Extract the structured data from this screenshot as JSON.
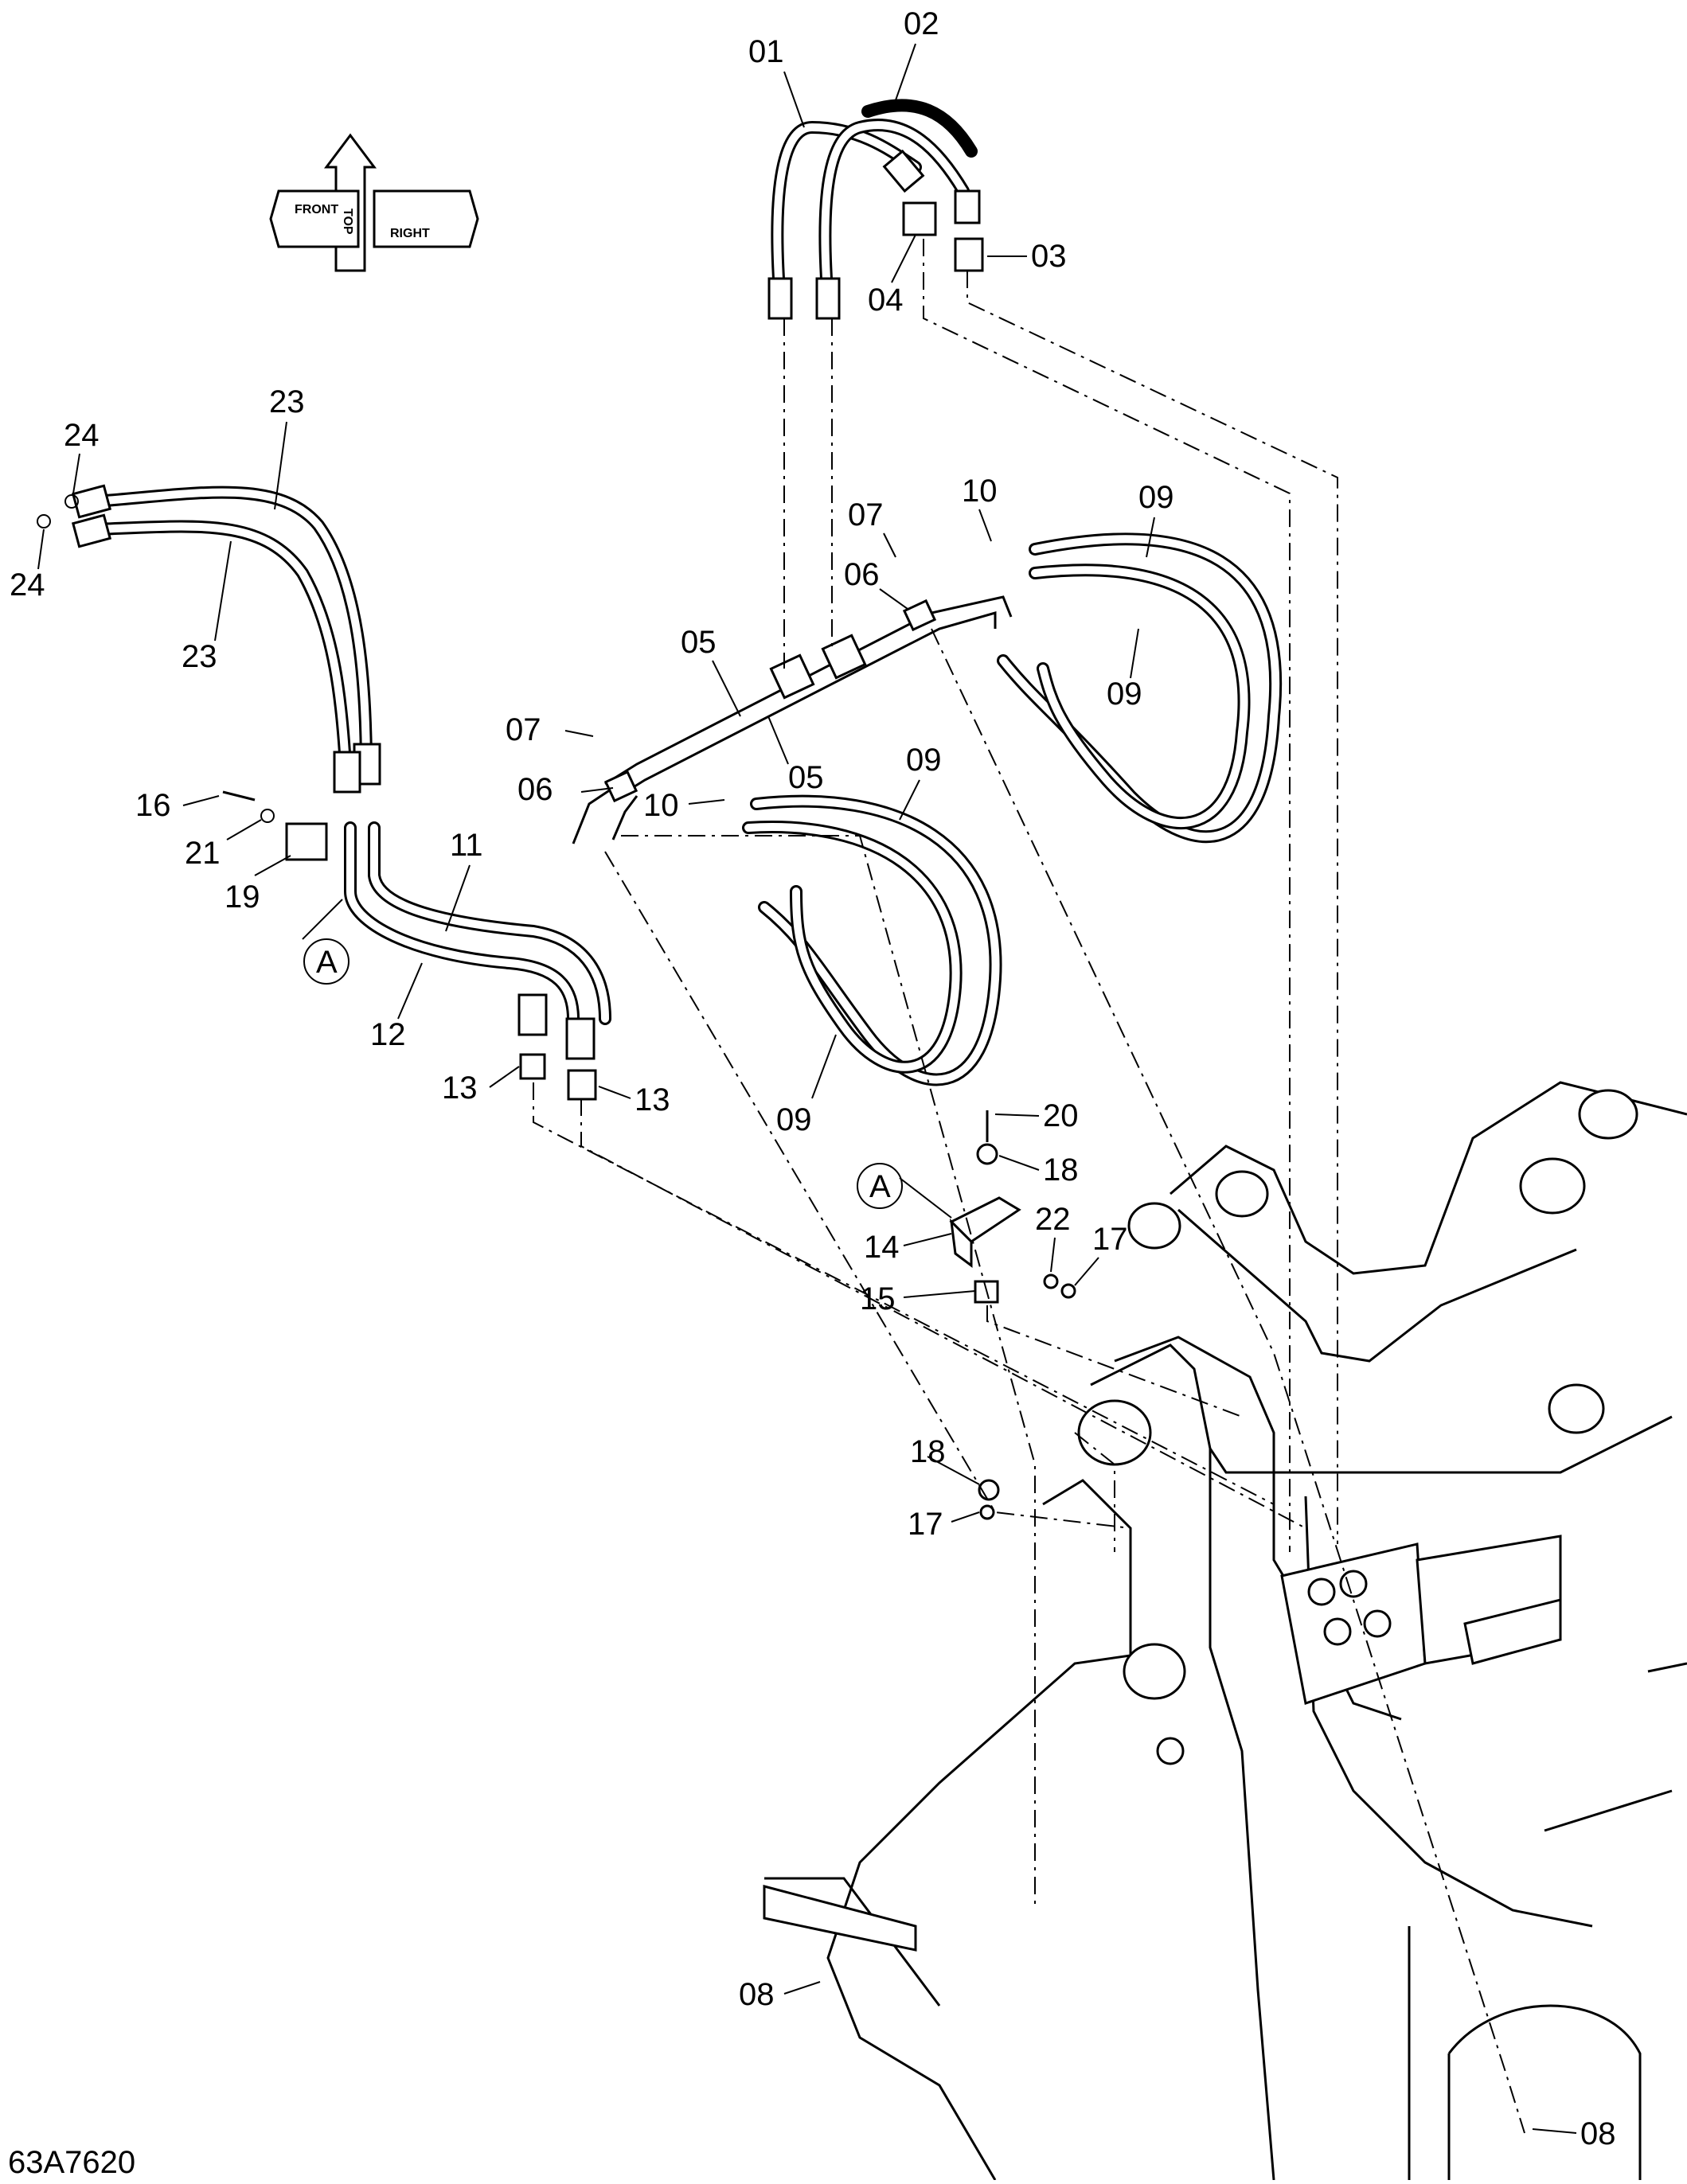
{
  "drawing": {
    "number": "63A7620",
    "callouts": [
      "01",
      "02",
      "03",
      "04",
      "05",
      "05",
      "06",
      "06",
      "07",
      "07",
      "08",
      "08",
      "09",
      "09",
      "09",
      "09",
      "10",
      "10",
      "11",
      "12",
      "13",
      "13",
      "14",
      "15",
      "16",
      "17",
      "17",
      "18",
      "18",
      "19",
      "20",
      "21",
      "22",
      "23",
      "23",
      "24",
      "24",
      "A",
      "A"
    ]
  },
  "orientation": {
    "top_label": "TOP",
    "front_label": "FRONT",
    "right_label": "RIGHT"
  }
}
